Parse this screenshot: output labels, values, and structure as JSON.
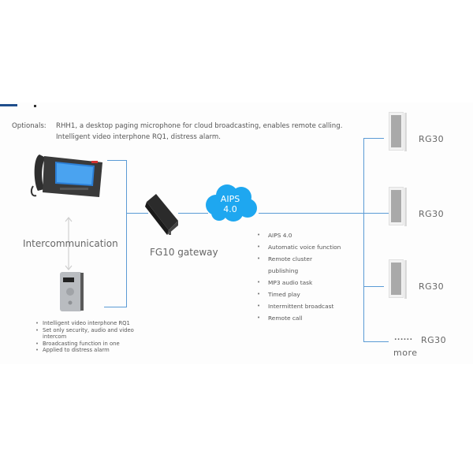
{
  "header": {
    "optionals_label": "Optionals:",
    "optionals_line1": "RHH1, a desktop paging microphone for cloud broadcasting, enables remote calling.",
    "optionals_line2": "Intelligent video interphone RQ1, distress alarm."
  },
  "devices": {
    "desk_phone": {
      "icon": "desk-video-phone"
    },
    "interphone": {
      "icon": "video-interphone-rq1"
    },
    "intercom_label": "Intercommunication",
    "gateway": {
      "label": "FG10 gateway",
      "icon": "gateway-box"
    },
    "cloud": {
      "line1": "AIPS",
      "line2": "4.0",
      "color": "#1ea7f0"
    }
  },
  "aips_features": [
    "AIPS 4.0",
    "Automatic voice function",
    "Remote cluster",
    "publishing",
    "MP3 audio task",
    "Timed play",
    "Intermittent broadcast",
    "Remote call"
  ],
  "interphone_features": [
    "Intelligent video interphone RQ1",
    "Set only security, audio and video intercom",
    "Broadcasting function in one",
    "Applied to distress alarm"
  ],
  "speakers": [
    {
      "label": "RG30"
    },
    {
      "label": "RG30"
    },
    {
      "label": "RG30"
    }
  ],
  "more": {
    "dots": "......",
    "label": "RG30",
    "more_text": "more"
  },
  "colors": {
    "line": "#5b9bd5",
    "cloud": "#1ea7f0"
  }
}
